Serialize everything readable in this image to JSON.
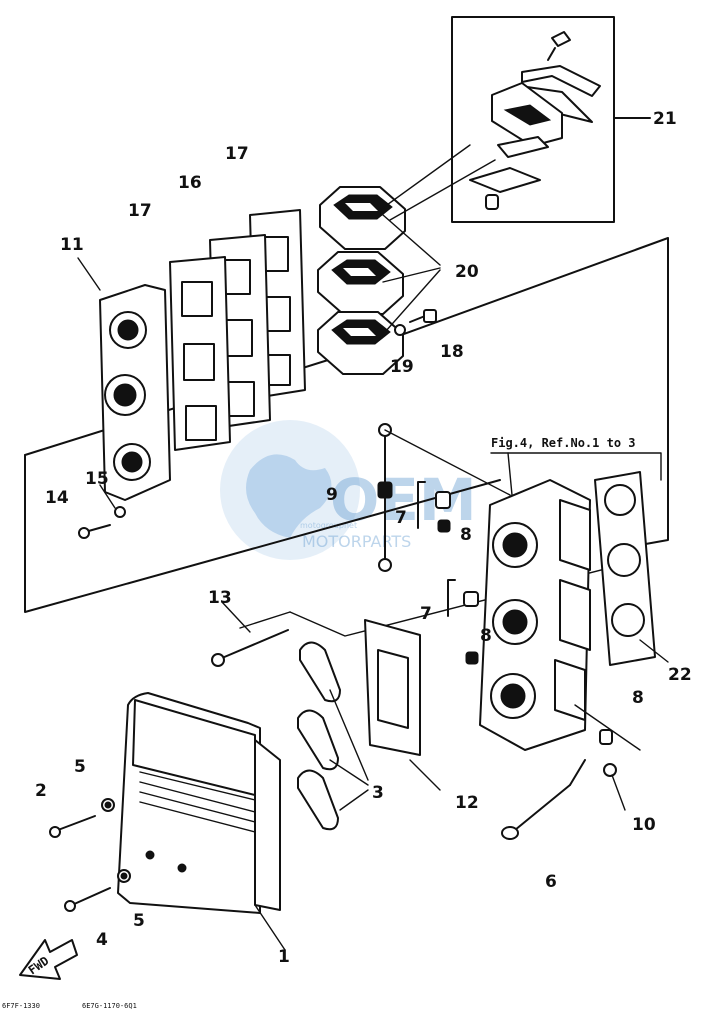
{
  "reference_note": "Fig.4, Ref.No.1 to 3",
  "direction_label": "FWD",
  "watermark": {
    "brand": "OEM",
    "small_text": "motogroupnet",
    "sub_text": "MOTORPARTS"
  },
  "callouts": [
    "1",
    "2",
    "3",
    "4",
    "5",
    "5",
    "6",
    "7",
    "7",
    "8",
    "8",
    "8",
    "9",
    "10",
    "11",
    "12",
    "13",
    "14",
    "15",
    "16",
    "17",
    "17",
    "18",
    "19",
    "20",
    "21",
    "22"
  ],
  "footer_codes": [
    "6F7F-1330",
    "6E7G-1170-6Q1"
  ]
}
